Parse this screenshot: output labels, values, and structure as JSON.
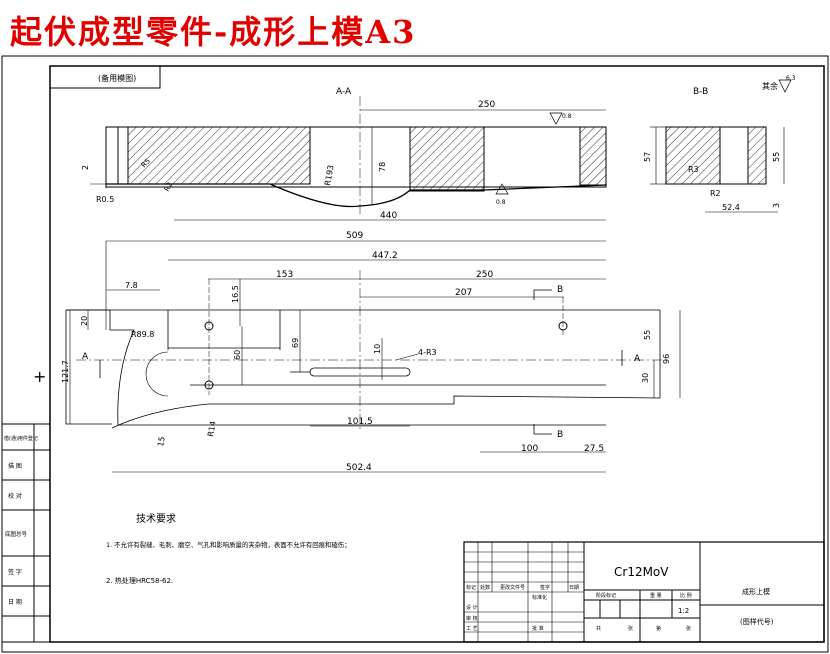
{
  "header": {
    "title": "起伏成型零件-成形上模A3"
  },
  "drawing": {
    "top_left_label": "(备用模图)",
    "section_aa_label": "A-A",
    "section_bb_label": "B-B",
    "finish_label": "其余",
    "finish_value": "6.3",
    "rough_value_top": "0.8",
    "rough_value_mid": "0.8",
    "plan_a_left": "A",
    "plan_a_right": "A",
    "plan_b_top": "B",
    "plan_b_bottom": "B",
    "dimensions": {
      "d250_top": "250",
      "d2": "2",
      "dR05": "R0.5",
      "dR5": "R5",
      "dR2_left": "R2",
      "dR193": "R193",
      "d78": "78",
      "d440": "440",
      "d57": "57",
      "d55_bb": "55",
      "dR3_bb": "R3",
      "dR2_bb": "R2",
      "d524": "52.4",
      "d3": "3",
      "d509": "509",
      "d4472": "447.2",
      "d153": "153",
      "d250_plan": "250",
      "d207": "207",
      "d78_plan": "7.8",
      "d165": "16.5",
      "d20": "20",
      "dR898": "R89.8",
      "d60": "60",
      "d69": "69",
      "d10": "10",
      "d4R3": "4-R3",
      "d55_plan": "55",
      "d96": "96",
      "d30": "30",
      "d1217": "121.7",
      "d1015": "101.5",
      "d100": "100",
      "d275": "27.5",
      "d5024": "502.4",
      "dR14": "R14",
      "d15": "15"
    },
    "notes_title": "技术要求",
    "notes": [
      "1. 不允许有裂缝、毛刺、磨空、气孔和影响质量的夹杂物，表面不允许有回痕和磕伤；",
      "2. 热处理HRC58-62."
    ],
    "side_labels": [
      "借(通)用件登记",
      "描 图",
      "校 对",
      "底图总号",
      "签 字",
      "日 期"
    ],
    "title_block": {
      "material": "Cr12MoV",
      "part_name": "成形上模",
      "drawing_no": "(图样代号)",
      "scale": "1:2",
      "row_labels": [
        "标记",
        "处数",
        "更改文件号",
        "签字",
        "日期"
      ],
      "designer": "设 计",
      "standardize": "标准化",
      "checker": "审 核",
      "craft": "工 艺",
      "approve": "批 准",
      "stage_mark": "阶段标记",
      "weight": "重 量",
      "ratio": "比 例",
      "sheets_total": "共",
      "sheet": "张",
      "sheet_no": "第",
      "sheet_of": "张"
    }
  }
}
